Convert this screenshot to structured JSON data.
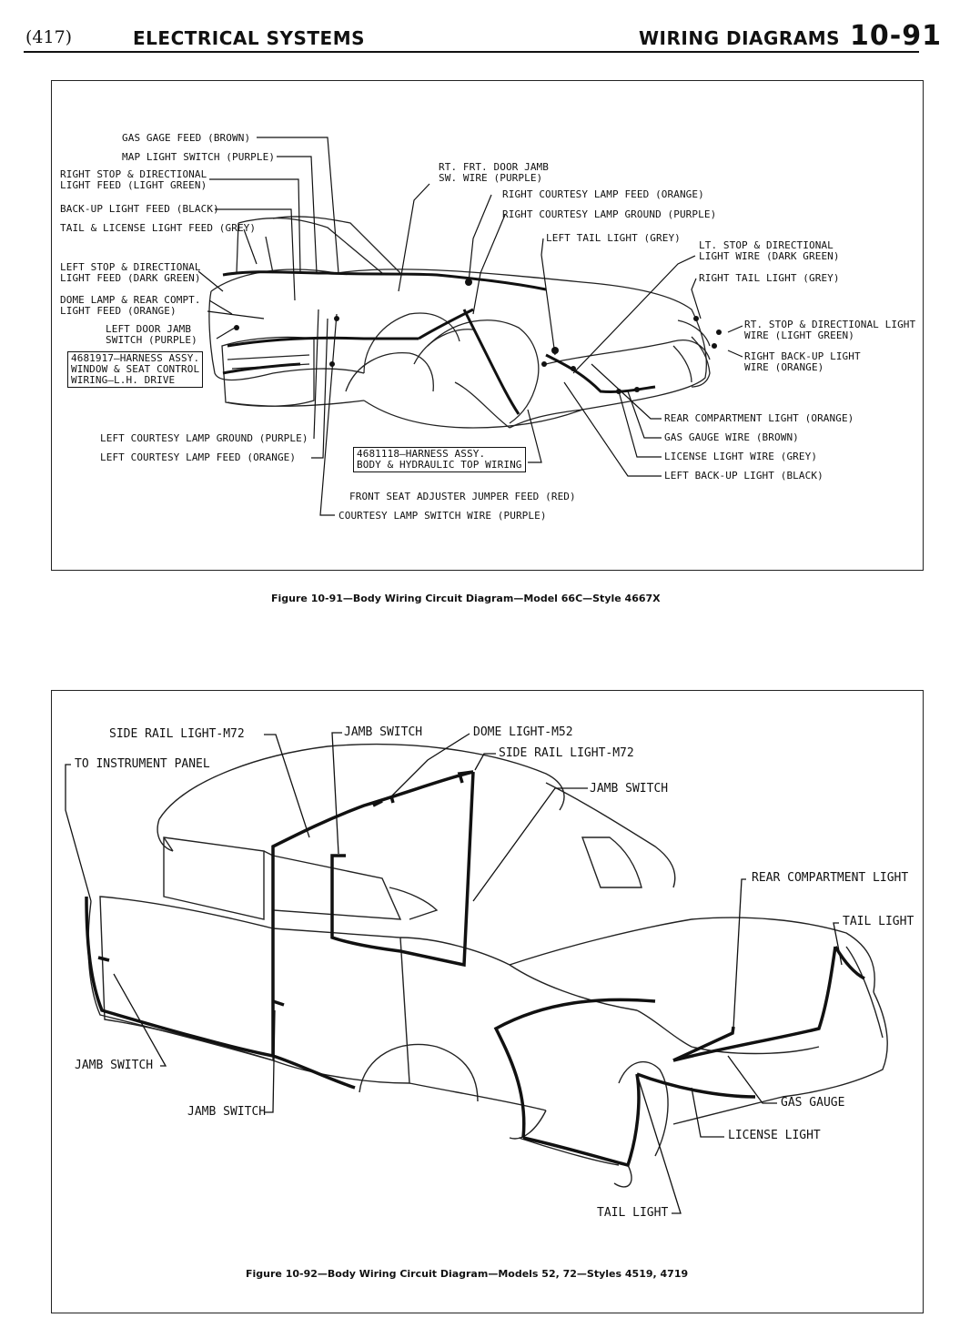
{
  "header": {
    "page_number": "(417)",
    "section_left": "ELECTRICAL SYSTEMS",
    "section_right": "WIRING DIAGRAMS",
    "figure_number": "10-91"
  },
  "figure1": {
    "caption": "Figure 10-91—Body Wiring Circuit Diagram—Model 66C—Style 4667X",
    "labels": {
      "gas_gage_feed": "GAS GAGE FEED (BROWN)",
      "map_light_switch": "MAP LIGHT SWITCH (PURPLE)",
      "right_stop_directional": "RIGHT STOP & DIRECTIONAL\nLIGHT FEED (LIGHT GREEN)",
      "backup_light_feed": "BACK-UP LIGHT FEED (BLACK)",
      "tail_license_feed": "TAIL & LICENSE LIGHT FEED (GREY)",
      "left_stop_directional": "LEFT STOP & DIRECTIONAL\nLIGHT FEED (DARK GREEN)",
      "dome_lamp": "DOME LAMP & REAR COMPT.\nLIGHT FEED (ORANGE)",
      "left_door_jamb": "LEFT DOOR JAMB\nSWITCH (PURPLE)",
      "harness_window_seat": "4681917—HARNESS ASSY.\nWINDOW & SEAT CONTROL\nWIRING—L.H. DRIVE",
      "left_courtesy_ground": "LEFT COURTESY LAMP GROUND (PURPLE)",
      "left_courtesy_feed": "LEFT COURTESY LAMP FEED (ORANGE)",
      "harness_body_top": "4681118—HARNESS ASSY.\nBODY & HYDRAULIC TOP WIRING",
      "front_seat_adjuster": "FRONT SEAT ADJUSTER JUMPER FEED (RED)",
      "courtesy_lamp_switch": "COURTESY LAMP SWITCH WIRE (PURPLE)",
      "rt_frt_door_jamb": "RT. FRT. DOOR JAMB\nSW. WIRE (PURPLE)",
      "right_courtesy_feed": "RIGHT COURTESY LAMP FEED (ORANGE)",
      "right_courtesy_ground": "RIGHT COURTESY LAMP GROUND (PURPLE)",
      "left_tail_light": "LEFT TAIL LIGHT (GREY)",
      "lt_stop_directional": "LT. STOP & DIRECTIONAL\nLIGHT WIRE (DARK GREEN)",
      "right_tail_light": "RIGHT TAIL LIGHT (GREY)",
      "rt_stop_directional": "RT. STOP & DIRECTIONAL LIGHT\nWIRE (LIGHT GREEN)",
      "right_backup_light": "RIGHT BACK-UP LIGHT\nWIRE (ORANGE)",
      "rear_compartment": "REAR COMPARTMENT LIGHT (ORANGE)",
      "gas_gauge_wire": "GAS GAUGE WIRE (BROWN)",
      "license_light_wire": "LICENSE LIGHT WIRE (GREY)",
      "left_backup_light": "LEFT BACK-UP LIGHT (BLACK)"
    }
  },
  "figure2": {
    "caption": "Figure 10-92—Body Wiring Circuit Diagram—Models 52, 72—Styles 4519, 4719",
    "labels": {
      "side_rail_left": "SIDE RAIL LIGHT-M72",
      "jamb_switch_top": "JAMB SWITCH",
      "dome_light": "DOME LIGHT-M52",
      "side_rail_right": "SIDE RAIL LIGHT-M72",
      "to_instrument_panel": "TO INSTRUMENT PANEL",
      "jamb_switch_right": "JAMB SWITCH",
      "rear_compartment": "REAR COMPARTMENT LIGHT",
      "tail_light_right": "TAIL LIGHT",
      "jamb_switch_left": "JAMB SWITCH",
      "jamb_switch_bottom": "JAMB SWITCH",
      "gas_gauge": "GAS GAUGE",
      "license_light": "LICENSE LIGHT",
      "tail_light_bottom": "TAIL LIGHT"
    }
  }
}
